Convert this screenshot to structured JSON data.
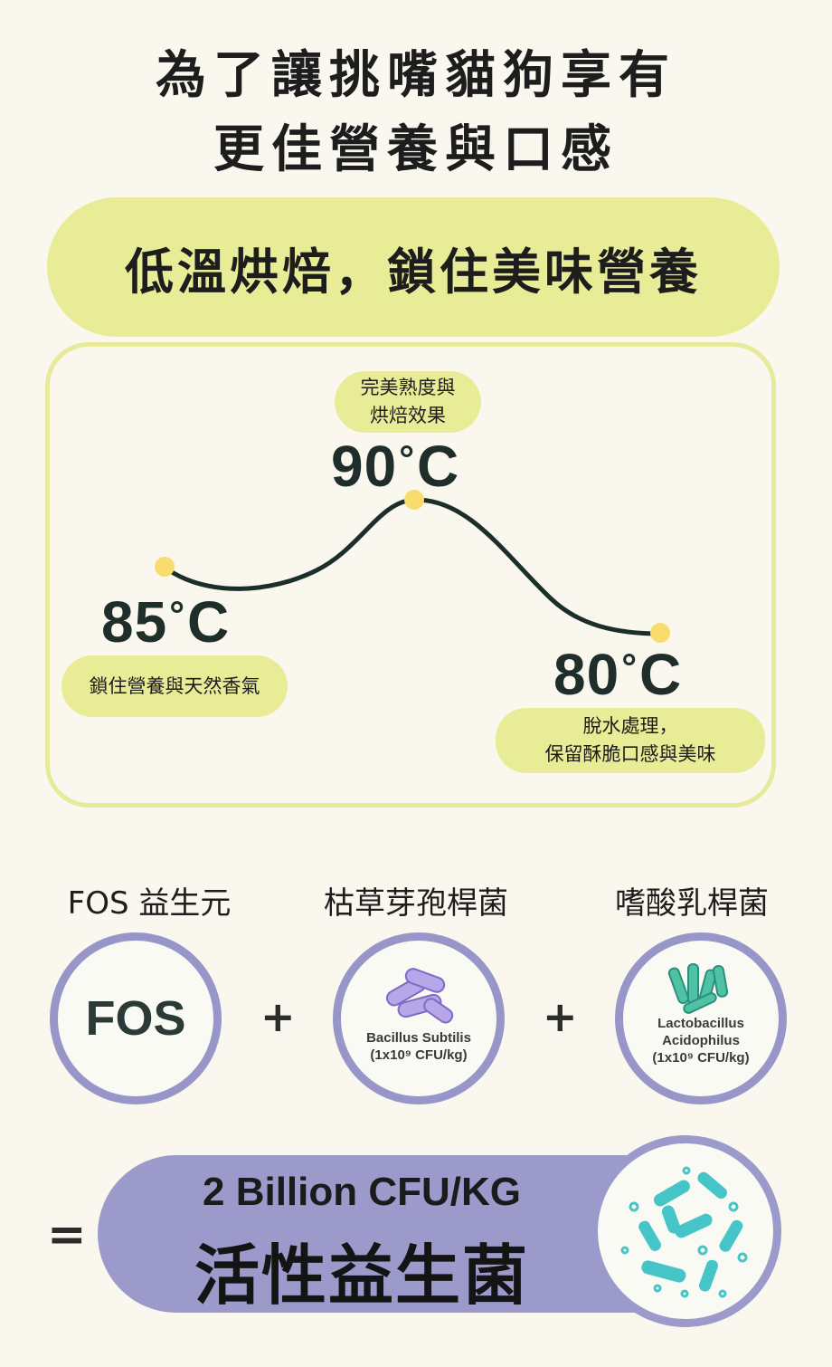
{
  "title": {
    "line1": "為了讓挑嘴貓狗享有",
    "line2": "更佳營養與口感"
  },
  "banner": "低溫烘焙，鎖住美味營養",
  "temperatures": [
    {
      "value": "85",
      "unit": "C",
      "note": [
        "鎖住營養與天然香氣"
      ]
    },
    {
      "value": "90",
      "unit": "C",
      "note": [
        "完美熟度與",
        "烘焙效果"
      ]
    },
    {
      "value": "80",
      "unit": "C",
      "note": [
        "脫水處理，",
        "保留酥脆口感與美味"
      ]
    }
  ],
  "ingredients": {
    "labels": [
      "FOS 益生元",
      "枯草芽孢桿菌",
      "嗜酸乳桿菌"
    ],
    "fos_text": "FOS",
    "plus": "+",
    "bacillus": {
      "name": "Bacillus Subtilis",
      "count": "(1x10⁹ CFU/kg)"
    },
    "lacto": {
      "name1": "Lactobacillus",
      "name2": "Acidophilus",
      "count": "(1x10⁹ CFU/kg)"
    }
  },
  "result": {
    "equals": "=",
    "line1": "2 Billion CFU/KG",
    "line2": "活性益生菌"
  },
  "colors": {
    "background": "#faf8ee",
    "accent_yellow": "#e9ec96",
    "dot_yellow": "#f9dc6e",
    "purple": "#9b9acb",
    "teal": "#3fc3c5"
  },
  "icons": [
    "bacillus-icon",
    "lactobacillus-icon",
    "probiotic-bacteria-icon"
  ]
}
